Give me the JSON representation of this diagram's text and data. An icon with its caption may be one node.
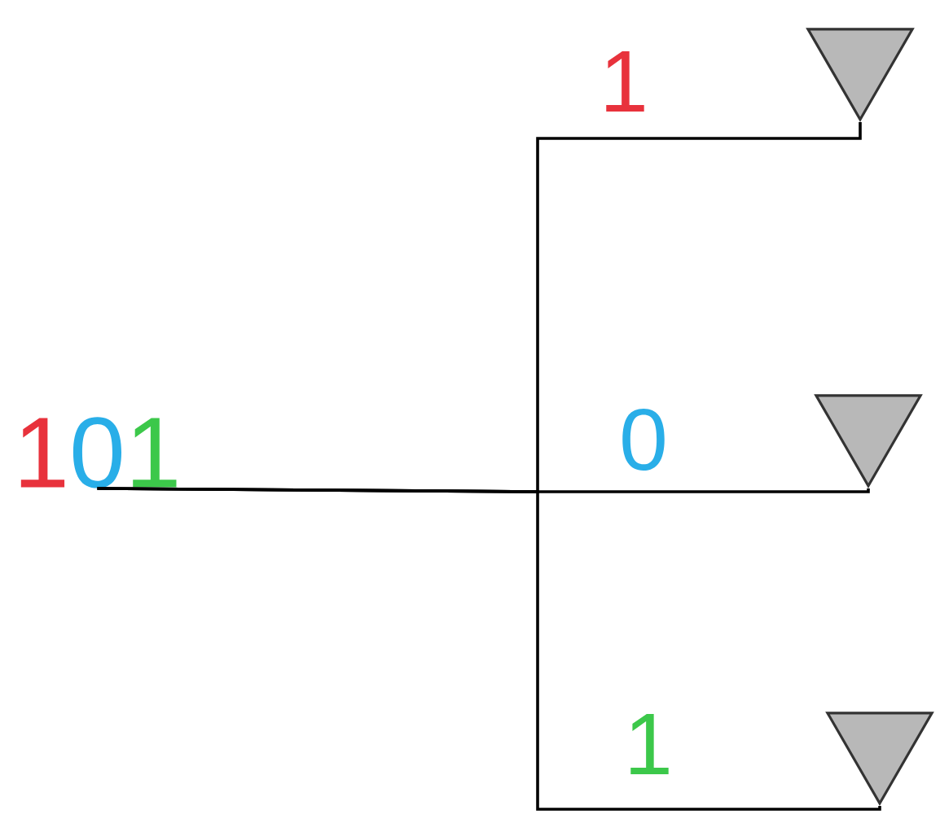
{
  "diagram": {
    "nodes": [
      {
        "text": [
          "1",
          "0",
          "1"
        ]
      },
      {
        "text": [],
        "shape": "triangle"
      },
      {
        "text": [],
        "shape": "triangle"
      },
      {
        "text": [],
        "shape": "triangle"
      }
    ],
    "edges": [
      {
        "from": 0,
        "to": 1,
        "arrow": "none",
        "label": "1"
      },
      {
        "from": 0,
        "to": 2,
        "arrow": "none",
        "label": "0"
      },
      {
        "from": 0,
        "to": 3,
        "arrow": "none",
        "label": "1"
      }
    ]
  }
}
